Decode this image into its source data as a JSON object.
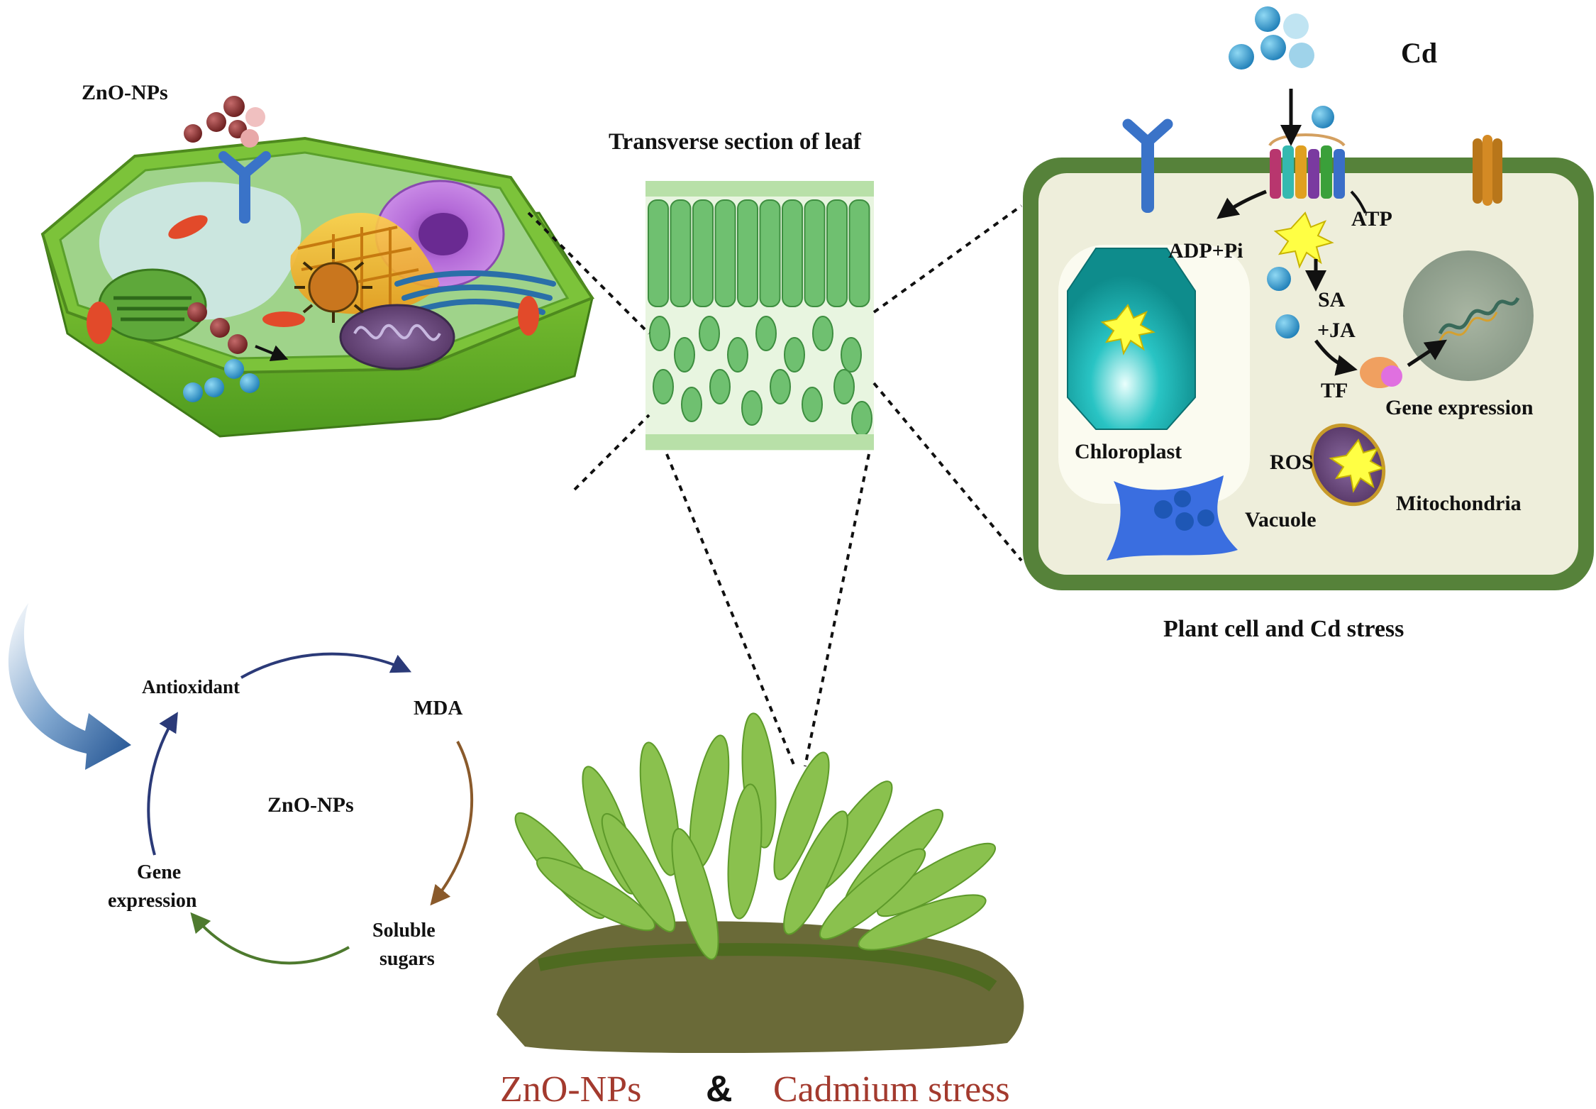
{
  "figure": {
    "left_cell": {
      "zno_label": "ZnO-NPs"
    },
    "leaf_section": {
      "title": "Transverse section of leaf"
    },
    "right_cell": {
      "cd_label": "Cd",
      "atp": "ATP",
      "adp": "ADP+Pi",
      "sa": "SA",
      "ja": "+JA",
      "tf": "TF",
      "gene_expression": "Gene expression",
      "chloroplast": "Chloroplast",
      "ros": "ROS",
      "vacuole": "Vacuole",
      "mitochondria": "Mitochondria",
      "caption": "Plant cell and Cd stress"
    },
    "cycle": {
      "center": "ZnO-NPs",
      "antioxidant": "Antioxidant",
      "mda": "MDA",
      "soluble": "Soluble",
      "sugars": "sugars",
      "gene": "Gene",
      "expression": "expression"
    },
    "bottom": {
      "left": "ZnO-NPs",
      "amp": "&",
      "right": "Cadmium stress"
    },
    "colors": {
      "cell_green": "#6fb52c",
      "cell_wall_dark": "#4d7a2c",
      "right_cell_fill": "#eeeedb",
      "bottom_red": "#a33a2e",
      "cycle_navy": "#2b3a78",
      "cycle_brown": "#8a5a2b",
      "cycle_green": "#4e7a2e"
    }
  }
}
